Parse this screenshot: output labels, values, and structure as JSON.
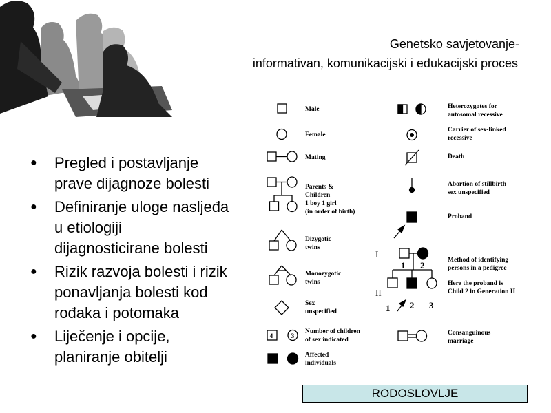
{
  "title": {
    "line1": "Genetsko savjetovanje-",
    "line2": "informativan, komunikacijski i edukacijski proces"
  },
  "bullets": [
    {
      "line1": "Pregled i postavljanje",
      "line2": "prave dijagnoze bolesti",
      "line3": ""
    },
    {
      "line1": "Definiranje uloge nasljeđa",
      "line2": "u etiologiji",
      "line3": "dijagnosticirane bolesti"
    },
    {
      "line1": "Rizik razvoja bolesti i rizik",
      "line2": "ponavljanja bolesti kod",
      "line3": "rođaka i potomaka"
    },
    {
      "line1": "Liječenje i opcije,",
      "line2": "planiranje obitelji",
      "line3": ""
    }
  ],
  "legend": {
    "male": "Male",
    "female": "Female",
    "mating": "Mating",
    "parents_children": [
      "Parents &",
      "Children",
      "1 boy 1 girl",
      "(in order of birth)"
    ],
    "dizygotic": [
      "Dizygotic",
      "twins"
    ],
    "monozygotic": [
      "Monozygotic",
      "twins"
    ],
    "sex_unspecified": [
      "Sex",
      "unspecified"
    ],
    "number_children": [
      "Number of children",
      "of sex indicated"
    ],
    "number_boxed": "4",
    "number_circled": "3",
    "affected": [
      "Affected",
      "individuals"
    ],
    "heterozygotes": [
      "Heterozygotes for",
      "autosomal recessive"
    ],
    "carrier": [
      "Carrier of sex-linked",
      "recessive"
    ],
    "death": "Death",
    "abortion": [
      "Abortion of stillbirth",
      "sex unspecified"
    ],
    "proband": "Proband",
    "method": [
      "Method of identifying",
      "persons in a pedigree"
    ],
    "here_proband": [
      "Here the proband is",
      "Child 2 in Generation II"
    ],
    "gen_I": "I",
    "gen_II": "II",
    "num_1": "1",
    "num_2": "2",
    "num_3": "3",
    "consanguineous": [
      "Consanguinous",
      "marriage"
    ]
  },
  "caption": "RODOSLOVLJE"
}
